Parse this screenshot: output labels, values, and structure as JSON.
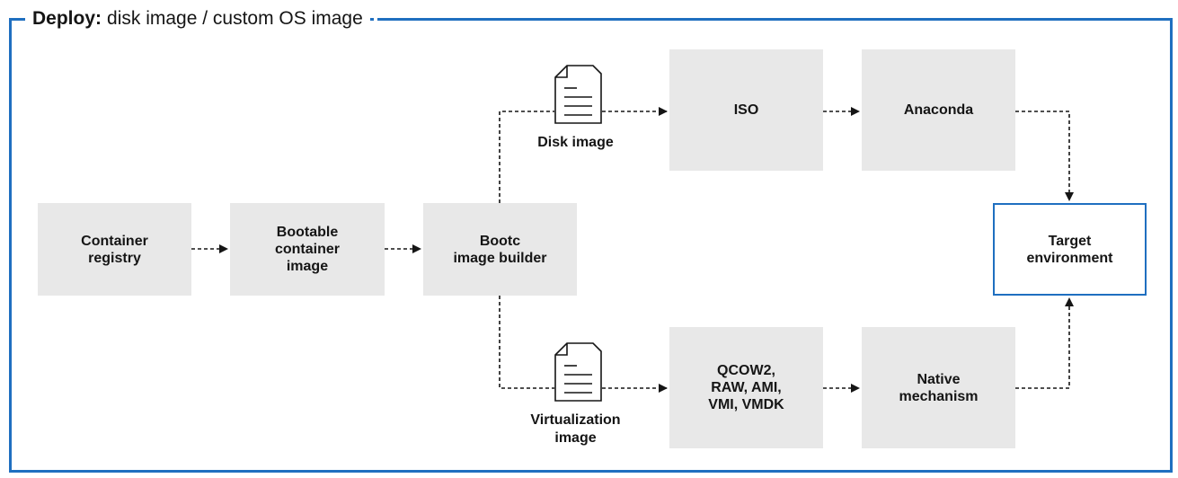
{
  "header": {
    "title_bold": "Deploy:",
    "title_rest": "disk image / custom OS image"
  },
  "nodes": {
    "registry": "Container\nregistry",
    "bootable": "Bootable\ncontainer\nimage",
    "builder": "Bootc\nimage builder",
    "iso": "ISO",
    "anaconda": "Anaconda",
    "target": "Target\nenvironment",
    "formats": "QCOW2,\nRAW, AMI,\nVMI, VMDK",
    "native": "Native\nmechanism"
  },
  "labels": {
    "disk_image": "Disk image",
    "virtualization_image": "Virtualization\nimage"
  },
  "icons": {
    "document": "document-icon"
  },
  "colors": {
    "frame": "#1f6fc0",
    "box": "#e8e8e8",
    "line": "#151515"
  }
}
